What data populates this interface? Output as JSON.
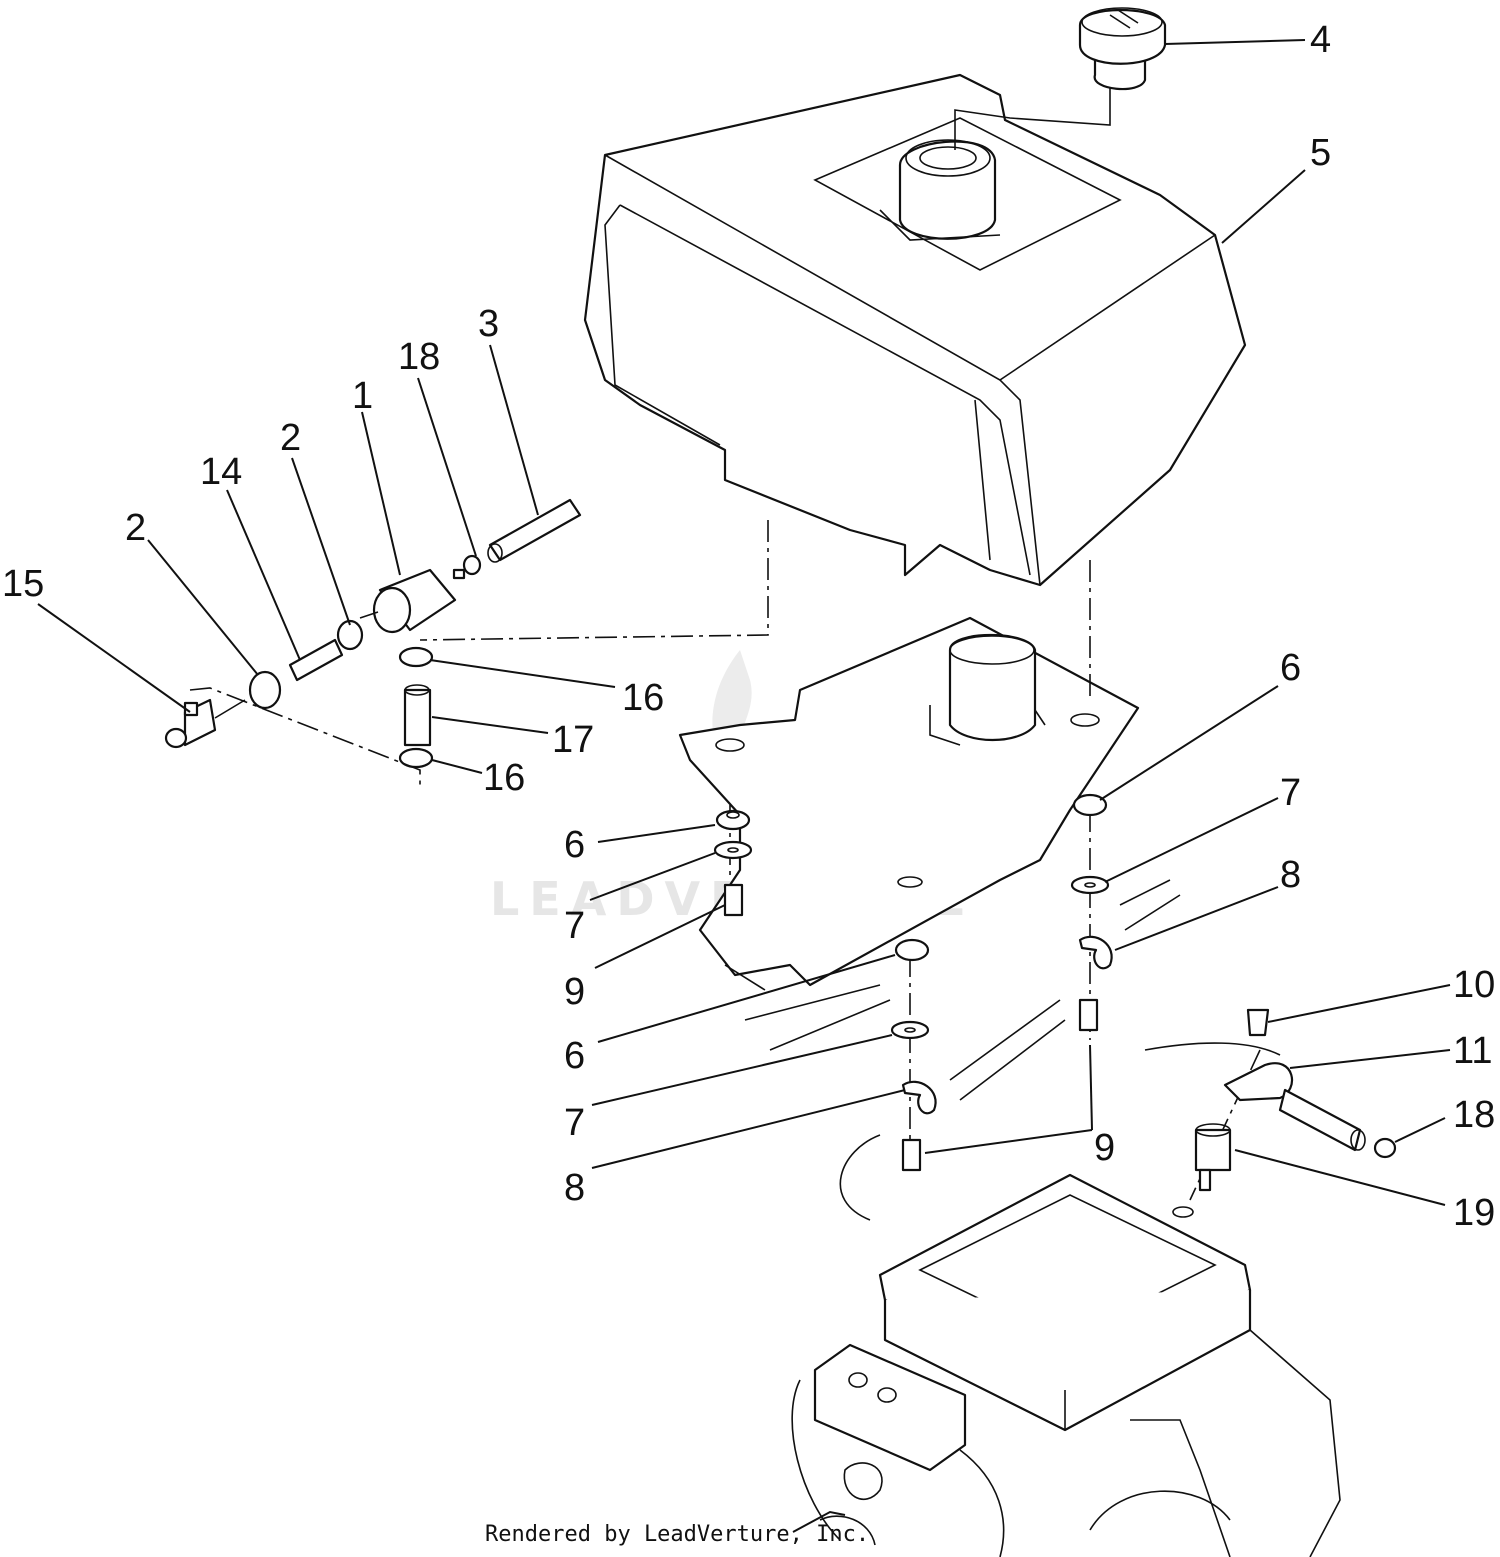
{
  "diagram": {
    "callouts": [
      {
        "id": "c4",
        "label": "4"
      },
      {
        "id": "c5",
        "label": "5"
      },
      {
        "id": "c3",
        "label": "3"
      },
      {
        "id": "c18a",
        "label": "18"
      },
      {
        "id": "c1",
        "label": "1"
      },
      {
        "id": "c2a",
        "label": "2"
      },
      {
        "id": "c14",
        "label": "14"
      },
      {
        "id": "c2b",
        "label": "2"
      },
      {
        "id": "c15",
        "label": "15"
      },
      {
        "id": "c16a",
        "label": "16"
      },
      {
        "id": "c17",
        "label": "17"
      },
      {
        "id": "c16b",
        "label": "16"
      },
      {
        "id": "c6a",
        "label": "6"
      },
      {
        "id": "c7a",
        "label": "7"
      },
      {
        "id": "c8a",
        "label": "8"
      },
      {
        "id": "c6b",
        "label": "6"
      },
      {
        "id": "c7b",
        "label": "7"
      },
      {
        "id": "c9a",
        "label": "9"
      },
      {
        "id": "c6c",
        "label": "6"
      },
      {
        "id": "c7c",
        "label": "7"
      },
      {
        "id": "c8b",
        "label": "8"
      },
      {
        "id": "c9b",
        "label": "9"
      },
      {
        "id": "c10",
        "label": "10"
      },
      {
        "id": "c11",
        "label": "11"
      },
      {
        "id": "c18b",
        "label": "18"
      },
      {
        "id": "c19",
        "label": "19"
      }
    ],
    "credit": "Rendered by LeadVerture, Inc.",
    "watermark": "LEADVENTURE"
  }
}
